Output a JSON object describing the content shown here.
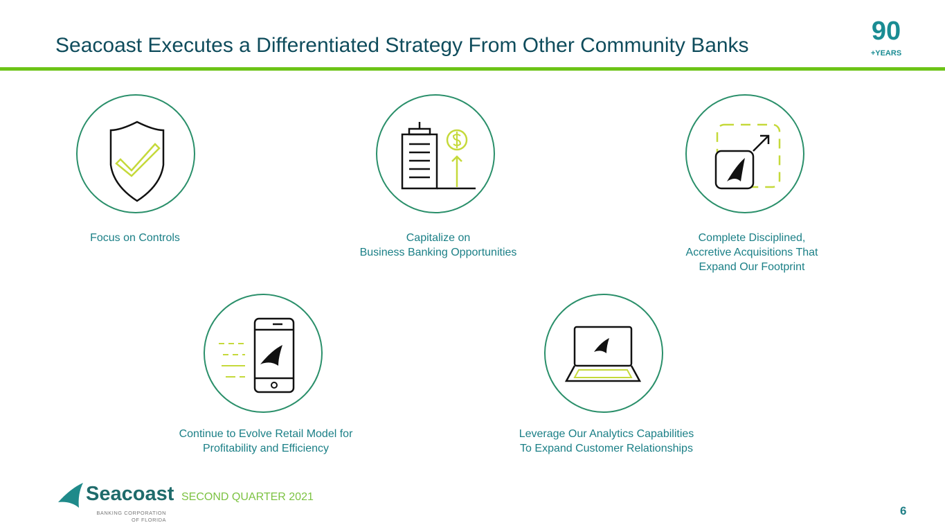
{
  "header": {
    "title": "Seacoast Executes a Differentiated Strategy From Other Community Banks",
    "badge_number": "90",
    "badge_text": "+YEARS"
  },
  "items": [
    {
      "label": "Focus on Controls",
      "icon": "shield-check-icon"
    },
    {
      "label": "Capitalize on\nBusiness Banking Opportunities",
      "icon": "building-dollar-icon"
    },
    {
      "label": "Complete Disciplined,\nAccretive Acquisitions That\nExpand Our Footprint",
      "icon": "expand-footprint-icon"
    },
    {
      "label": "Continue to Evolve Retail Model for\nProfitability and Efficiency",
      "icon": "mobile-phone-icon"
    },
    {
      "label": "Leverage Our Analytics Capabilities\nTo Expand Customer Relationships",
      "icon": "laptop-icon"
    }
  ],
  "footer": {
    "brand": "Seacoast",
    "brand_sub": "BANKING CORPORATION\nOF FLORIDA",
    "quarter": "SECOND QUARTER 2021",
    "page_number": "6"
  },
  "colors": {
    "title": "#0f4c5c",
    "accent_green": "#6cc417",
    "teal": "#1a7f86",
    "circle": "#2a8f6a"
  }
}
